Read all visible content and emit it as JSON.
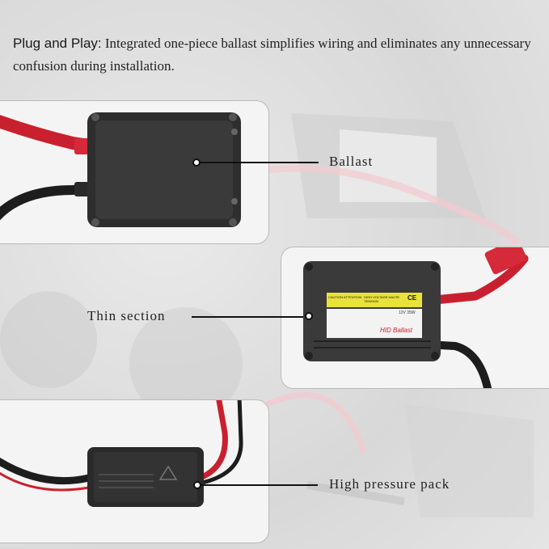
{
  "headline": {
    "lead": "Plug and Play:",
    "body": " Integrated one-piece ballast simplifies wiring and eliminates any unnecessary confusion during installation."
  },
  "callouts": {
    "ballast": "Ballast",
    "thin_section": "Thin section",
    "high_pressure_pack": "High pressure pack"
  },
  "ballast_label": {
    "caution": "CAUTION ATTENTION",
    "high_voltage": "HIGH VOLTAGE HAUTE TENSION",
    "ce": "CE",
    "voltage": "12V 35W",
    "brand": "HID Ballast"
  },
  "colors": {
    "red_wire": "#d42a3a",
    "black_wire": "#1d1d1d",
    "housing": "#2e2e2e",
    "label_yellow": "#e9e23a"
  }
}
